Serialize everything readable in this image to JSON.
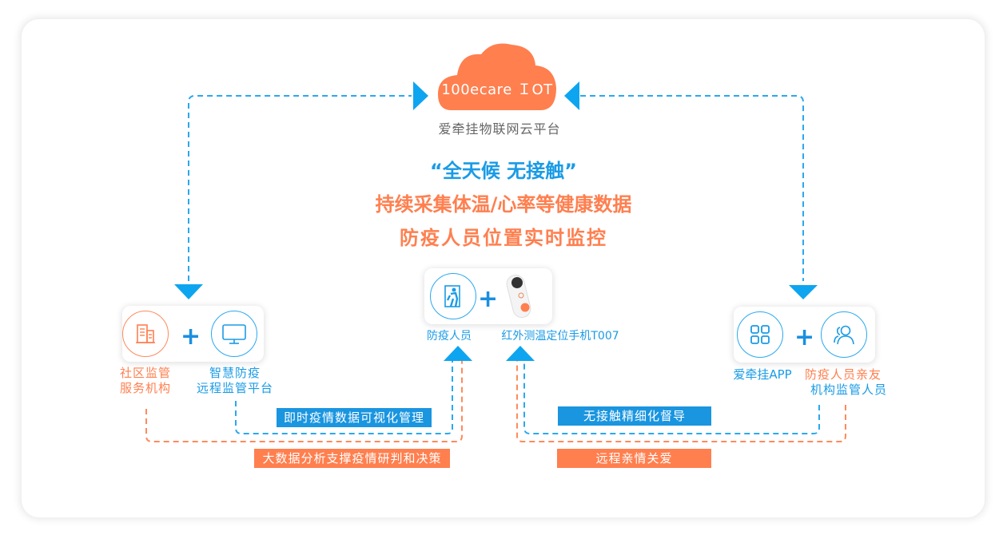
{
  "cloud": {
    "label": "100ecare ＩOT",
    "subtitle": "爱牵挂物联网云平台",
    "color": "#ff7f4f"
  },
  "slogans": {
    "line1": "“全天候 无接触”",
    "line2": "持续采集体温/心率等健康数据",
    "line3": "防疫人员位置实时监控"
  },
  "left_group": {
    "item1": {
      "icon": "building-icon",
      "label_line1": "社区监管",
      "label_line2": "服务机构"
    },
    "plus": "+",
    "item2": {
      "icon": "monitor-icon",
      "label_line1": "智慧防疫",
      "label_line2": "远程监管平台"
    }
  },
  "center_group": {
    "item1": {
      "icon": "person-door-icon",
      "label": "防疫人员"
    },
    "plus": "+",
    "item2": {
      "icon": "thermometer-device-icon",
      "label": "红外测温定位手机T007"
    }
  },
  "right_group": {
    "item1": {
      "icon": "app-grid-icon",
      "label": "爱牵挂APP"
    },
    "plus": "+",
    "item2": {
      "icon": "users-icon",
      "label_line1": "防疫人员亲友",
      "label_line2": "机构监管人员"
    }
  },
  "banners": {
    "left_blue": "即时疫情数据可视化管理",
    "left_orange": "大数据分析支撑疫情研判和决策",
    "right_blue": "无接触精细化督导",
    "right_orange": "远程亲情关爱"
  },
  "colors": {
    "blue": "#1a9be6",
    "orange": "#ff7f4f",
    "arrow_blue": "#0ea5f0"
  }
}
